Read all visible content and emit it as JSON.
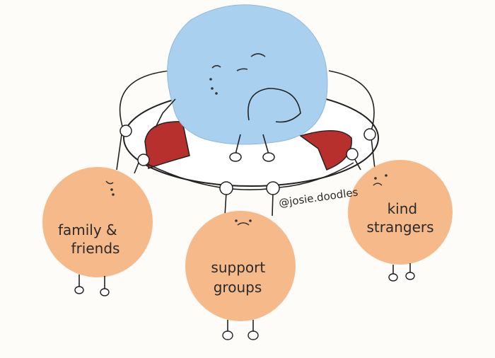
{
  "characters": {
    "left": {
      "label_lines": [
        "family &",
        "friends"
      ],
      "color": "#f6b98a"
    },
    "center": {
      "label_lines": [
        "support",
        "groups"
      ],
      "color": "#f6b98a"
    },
    "right": {
      "label_lines": [
        "kind",
        "strangers"
      ],
      "color": "#f6b98a"
    },
    "sad": {
      "color": "#a9d1ef"
    }
  },
  "lifebuoy": {
    "red": "#b8302e",
    "white": "#ffffff"
  },
  "signature": {
    "text": "@josie.doodles"
  }
}
